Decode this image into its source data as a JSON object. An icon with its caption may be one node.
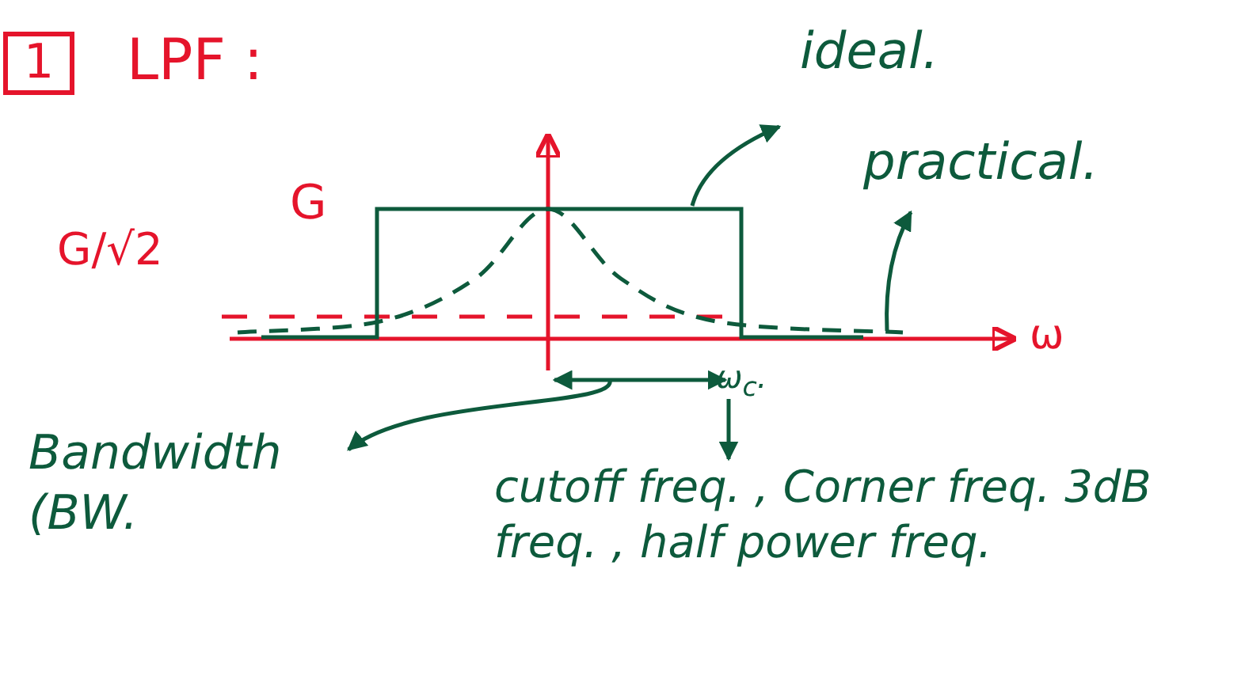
{
  "diagram": {
    "title": "LPF :",
    "nodes": [
      {
        "text": [
          "ideal."
        ]
      },
      {
        "text": [
          "practical."
        ]
      },
      {
        "text": [
          "Bandwidth (BW."
        ]
      },
      {
        "text": [
          "cutoff freq. , Corner freq. 3dB freq. , half power freq."
        ]
      },
      {
        "text": [],
        "shape": "box"
      },
      {
        "text": [],
        "shape": "curve"
      },
      {
        "text": [
          "ω$_{c}$."
        ]
      }
    ],
    "edges": [
      {
        "from": 4,
        "to": 0,
        "arrow": "to"
      },
      {
        "from": 5,
        "to": 1,
        "arrow": "to"
      },
      {
        "from": null,
        "to": 2,
        "arrow": "to"
      },
      {
        "from": 6,
        "to": 3,
        "arrow": "to"
      }
    ],
    "labels": [
      "1",
      "G",
      "G/√2",
      "ω"
    ]
  }
}
